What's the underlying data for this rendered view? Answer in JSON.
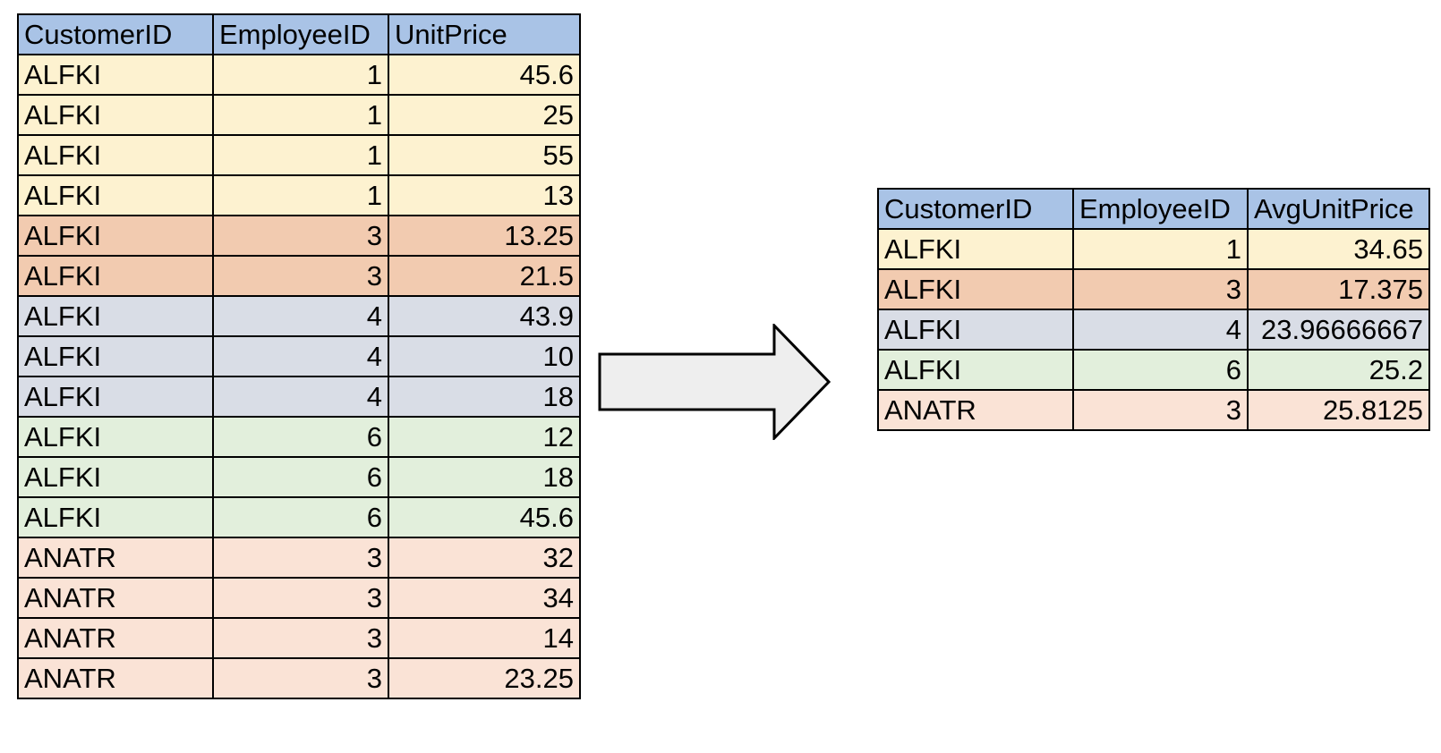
{
  "source_table": {
    "headers": [
      "CustomerID",
      "EmployeeID",
      "UnitPrice"
    ],
    "rows": [
      {
        "cells": [
          "ALFKI",
          "1",
          "45.6"
        ],
        "color": "#fdf2d0"
      },
      {
        "cells": [
          "ALFKI",
          "1",
          "25"
        ],
        "color": "#fdf2d0"
      },
      {
        "cells": [
          "ALFKI",
          "1",
          "55"
        ],
        "color": "#fdf2d0"
      },
      {
        "cells": [
          "ALFKI",
          "1",
          "13"
        ],
        "color": "#fdf2d0"
      },
      {
        "cells": [
          "ALFKI",
          "3",
          "13.25"
        ],
        "color": "#f2cbb0"
      },
      {
        "cells": [
          "ALFKI",
          "3",
          "21.5"
        ],
        "color": "#f2cbb0"
      },
      {
        "cells": [
          "ALFKI",
          "4",
          "43.9"
        ],
        "color": "#d9dde6"
      },
      {
        "cells": [
          "ALFKI",
          "4",
          "10"
        ],
        "color": "#d9dde6"
      },
      {
        "cells": [
          "ALFKI",
          "4",
          "18"
        ],
        "color": "#d9dde6"
      },
      {
        "cells": [
          "ALFKI",
          "6",
          "12"
        ],
        "color": "#e2efdc"
      },
      {
        "cells": [
          "ALFKI",
          "6",
          "18"
        ],
        "color": "#e2efdc"
      },
      {
        "cells": [
          "ALFKI",
          "6",
          "45.6"
        ],
        "color": "#e2efdc"
      },
      {
        "cells": [
          "ANATR",
          "3",
          "32"
        ],
        "color": "#fae3d6"
      },
      {
        "cells": [
          "ANATR",
          "3",
          "34"
        ],
        "color": "#fae3d6"
      },
      {
        "cells": [
          "ANATR",
          "3",
          "14"
        ],
        "color": "#fae3d6"
      },
      {
        "cells": [
          "ANATR",
          "3",
          "23.25"
        ],
        "color": "#fae3d6"
      }
    ]
  },
  "result_table": {
    "headers": [
      "CustomerID",
      "EmployeeID",
      "AvgUnitPrice"
    ],
    "rows": [
      {
        "cells": [
          "ALFKI",
          "1",
          "34.65"
        ],
        "color": "#fdf2d0"
      },
      {
        "cells": [
          "ALFKI",
          "3",
          "17.375"
        ],
        "color": "#f2cbb0"
      },
      {
        "cells": [
          "ALFKI",
          "4",
          "23.96666667"
        ],
        "color": "#d9dde6"
      },
      {
        "cells": [
          "ALFKI",
          "6",
          "25.2"
        ],
        "color": "#e2efdc"
      },
      {
        "cells": [
          "ANATR",
          "3",
          "25.8125"
        ],
        "color": "#fae3d6"
      }
    ]
  },
  "colors": {
    "header_bg": "#a9c3e6",
    "arrow_fill": "#eeeeee",
    "border": "#000000"
  },
  "icons": {
    "transform_arrow": "right-arrow-icon"
  }
}
